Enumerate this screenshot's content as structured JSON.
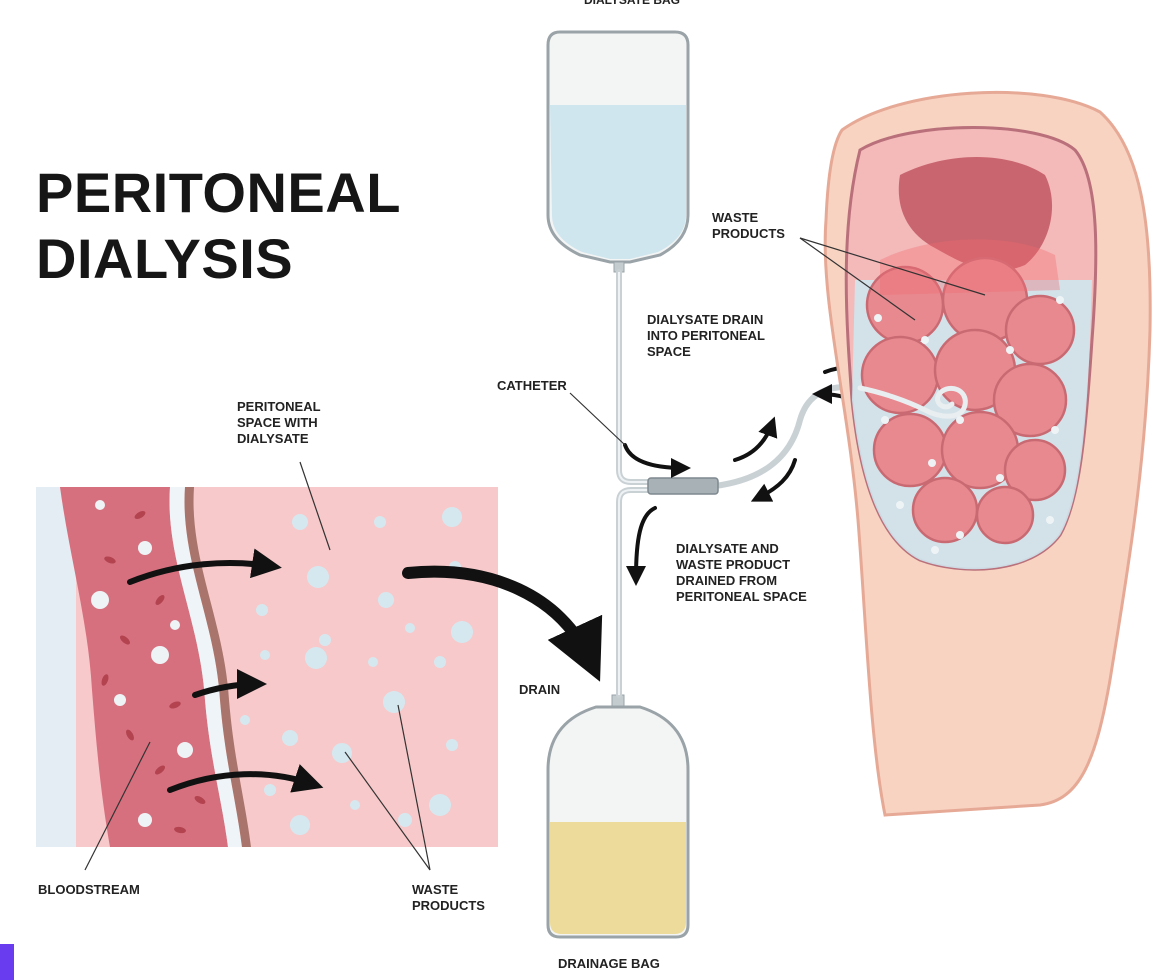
{
  "title": {
    "line1": "PERITONEAL",
    "line2": "DIALYSIS"
  },
  "labels": {
    "dialysate_bag": "DIALYSATE BAG",
    "waste_products_top": {
      "line1": "WASTE",
      "line2": "PRODUCTS"
    },
    "dialysate_drain": {
      "line1": "DIALYSATE DRAIN",
      "line2": "INTO PERITONEAL",
      "line3": "SPACE"
    },
    "catheter": "CATHETER",
    "peritoneal_space": {
      "line1": "PERITONEAL",
      "line2": "SPACE WITH",
      "line3": "DIALYSATE"
    },
    "drained": {
      "line1": "DIALYSATE AND",
      "line2": "WASTE PRODUCT",
      "line3": "DRAINED FROM",
      "line4": "PERITONEAL SPACE"
    },
    "drain": "DRAIN",
    "bloodstream": "BLOODSTREAM",
    "waste_products_bottom": {
      "line1": "WASTE",
      "line2": "PRODUCTS"
    },
    "drainage_bag": "DRAINAGE BAG"
  },
  "colors": {
    "skin": "#f9d3c2",
    "skin_outline": "#e6a996",
    "cavity": "#f4b9b9",
    "intestine": "#e8898f",
    "liver": "#c9656e",
    "dialysate": "#cfe6ee",
    "blood_vessel": "#d6707e",
    "tissue": "#f7c9ca",
    "waste_fluid": "#ecdb9a",
    "arrow": "#111111"
  }
}
